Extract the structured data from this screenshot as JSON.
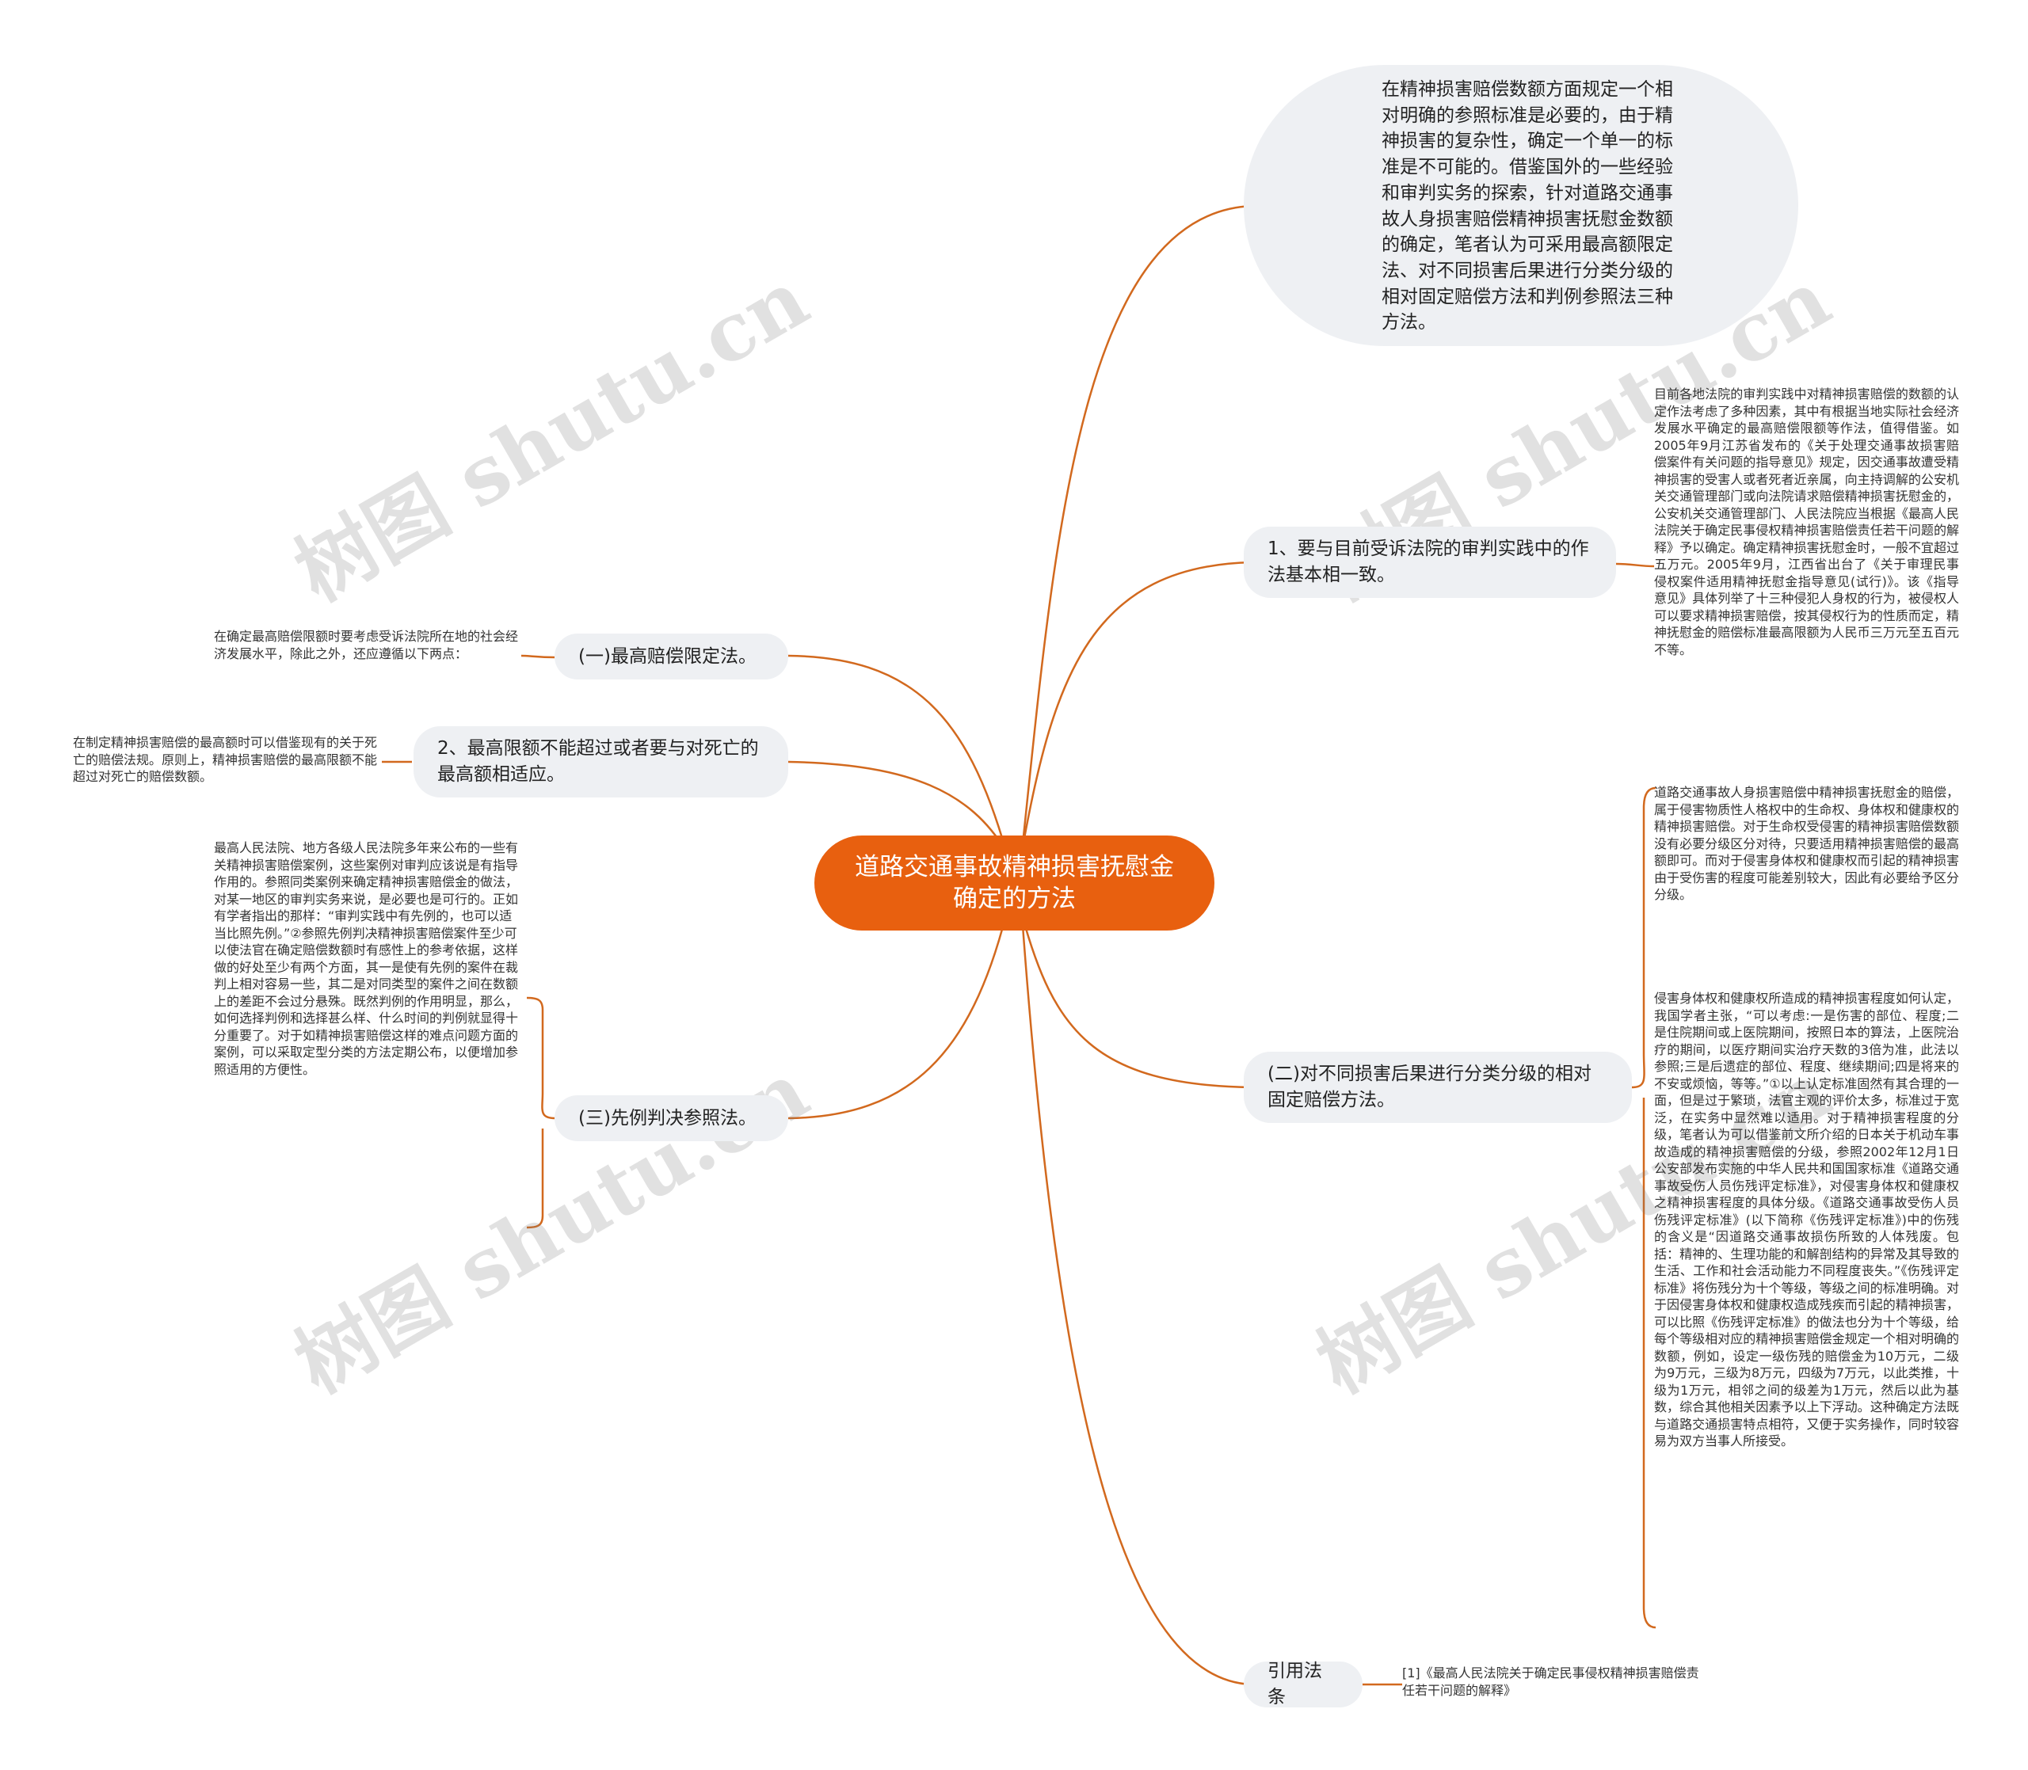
{
  "central": {
    "title": "道路交通事故精神损害抚慰金确定的方法"
  },
  "intro": {
    "text": "在精神损害赔偿数额方面规定一个相对明确的参照标准是必要的，由于精神损害的复杂性，确定一个单一的标准是不可能的。借鉴国外的一些经验和审判实务的探索，针对道路交通事故人身损害赔偿精神损害抚慰金数额的确定，笔者认为可采用最高额限定法、对不同损害后果进行分类分级的相对固定赔偿方法和判例参照法三种方法。"
  },
  "right_topics": {
    "practice": {
      "label": "1、要与目前受诉法院的审判实践中的作法基本相一致。",
      "detail": "目前各地法院的审判实践中对精神损害赔偿的数额的认定作法考虑了多种因素，其中有根据当地实际社会经济发展水平确定的最高赔偿限额等作法，值得借鉴。如2005年9月江苏省发布的《关于处理交通事故损害赔偿案件有关问题的指导意见》规定，因交通事故遭受精神损害的受害人或者死者近亲属，向主持调解的公安机关交通管理部门或向法院请求赔偿精神损害抚慰金的，公安机关交通管理部门、人民法院应当根据《最高人民法院关于确定民事侵权精神损害赔偿责任若干问题的解释》予以确定。确定精神损害抚慰金时，一般不宜超过五万元。2005年9月，江西省出台了《关于审理民事侵权案件适用精神抚慰金指导意见(试行)》。该《指导意见》具体列举了十三种侵犯人身权的行为，被侵权人可以要求精神损害赔偿，按其侵权行为的性质而定，精神抚慰金的赔偿标准最高限额为人民币三万元至五百元不等。"
    },
    "graded": {
      "label": "(二)对不同损害后果进行分类分级的相对固定赔偿方法。",
      "detail_1": "道路交通事故人身损害赔偿中精神损害抚慰金的赔偿，属于侵害物质性人格权中的生命权、身体权和健康权的精神损害赔偿。对于生命权受侵害的精神损害赔偿数额没有必要分级区分对待，只要适用精神损害赔偿的最高额即可。而对于侵害身体权和健康权而引起的精神损害由于受伤害的程度可能差别较大，因此有必要给予区分分级。",
      "detail_2": "侵害身体权和健康权所造成的精神损害程度如何认定，我国学者主张，“可以考虑:一是伤害的部位、程度;二是住院期间或上医院期间，按照日本的算法，上医院治疗的期间，以医疗期间实治疗天数的3倍为准，此法以参照;三是后遗症的部位、程度、继续期间;四是将来的不安或烦恼，等等。”①以上认定标准固然有其合理的一面，但是过于繁琐，法官主观的评价太多，标准过于宽泛，在实务中显然难以适用。对于精神损害程度的分级，笔者认为可以借鉴前文所介绍的日本关于机动车事故造成的精神损害赔偿的分级，参照2002年12月1日公安部发布实施的中华人民共和国国家标准《道路交通事故受伤人员伤残评定标准》，对侵害身体权和健康权之精神损害程度的具体分级。《道路交通事故受伤人员伤残评定标准》(以下简称《伤残评定标准》)中的伤残的含义是“因道路交通事故损伤所致的人体残废。包括：精神的、生理功能的和解剖结构的异常及其导致的生活、工作和社会活动能力不同程度丧失。”《伤残评定标准》将伤残分为十个等级，等级之间的标准明确。对于因侵害身体权和健康权造成残疾而引起的精神损害，可以比照《伤残评定标准》的做法也分为十个等级，给每个等级相对应的精神损害赔偿金规定一个相对明确的数额，例如，设定一级伤残的赔偿金为10万元，二级为9万元，三级为8万元，四级为7万元，以此类推，十级为1万元，相邻之间的级差为1万元，然后以此为基数，综合其他相关因素予以上下浮动。这种确定方法既与道路交通损害特点相符，又便于实务操作，同时较容易为双方当事人所接受。"
    },
    "law": {
      "label": "引用法条",
      "detail": "[1]《最高人民法院关于确定民事侵权精神损害赔偿责任若干问题的解释》"
    }
  },
  "left_topics": {
    "max_amount": {
      "label": "(一)最高赔偿限定法。",
      "detail": "在确定最高赔偿限额时要考虑受诉法院所在地的社会经济发展水平，除此之外，还应遵循以下两点："
    },
    "death_limit": {
      "label": "2、最高限额不能超过或者要与对死亡的最高额相适应。",
      "detail": "在制定精神损害赔偿的最高额时可以借鉴现有的关于死亡的赔偿法规。原则上，精神损害赔偿的最高限额不能超过对死亡的赔偿数额。"
    },
    "precedent": {
      "label": "(三)先例判决参照法。",
      "detail": "最高人民法院、地方各级人民法院多年来公布的一些有关精神损害赔偿案例，这些案例对审判应该说是有指导作用的。参照同类案例来确定精神损害赔偿金的做法，对某一地区的审判实务来说，是必要也是可行的。正如有学者指出的那样：“审判实践中有先例的，也可以适当比照先例。”②参照先例判决精神损害赔偿案件至少可以使法官在确定赔偿数额时有感性上的参考依据，这样做的好处至少有两个方面，其一是使有先例的案件在裁判上相对容易一些，其二是对同类型的案件之间在数额上的差距不会过分悬殊。既然判例的作用明显，那么，如何选择判例和选择甚么样、什么时间的判例就显得十分重要了。对于如精神损害赔偿这样的难点问题方面的案例，可以采取定型分类的方法定期公布，以便增加参照适用的方便性。"
    }
  },
  "watermark": "树图 shutu.cn",
  "colors": {
    "accent": "#e8600f",
    "line": "#d2691e",
    "topic_bg": "#eef0f3"
  }
}
